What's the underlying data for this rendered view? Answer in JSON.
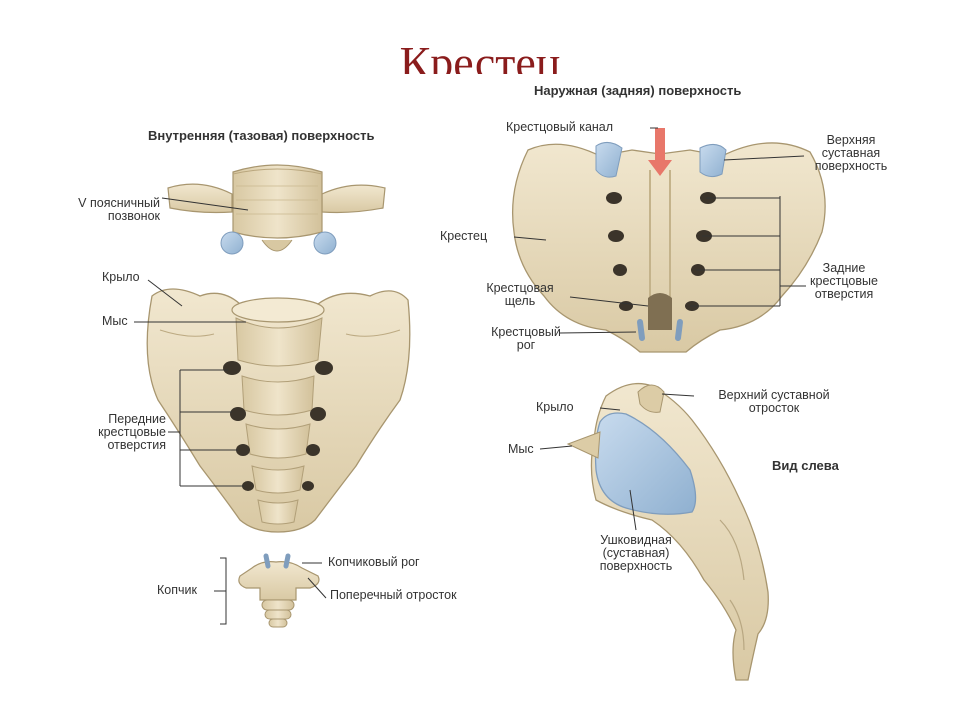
{
  "slide": {
    "title": "Крестец"
  },
  "panels": {
    "inner_title": "Внутренняя (тазовая) поверхность",
    "outer_title": "Наружная (задняя) поверхность",
    "left_view_title": "Вид слева"
  },
  "labels": {
    "l5_vertebra": [
      "V поясничный",
      "позвонок"
    ],
    "wing_left": "Крыло",
    "promontory_left": "Мыс",
    "anterior_foramina": [
      "Передние",
      "крестцовые",
      "отверстия"
    ],
    "coccygeal_horn": "Копчиковый рог",
    "coccyx": "Копчик",
    "transverse_process": "Поперечный отросток",
    "sacral_canal": "Крестцовый канал",
    "sup_articular_surface": [
      "Верхняя",
      "суставная",
      "поверхность"
    ],
    "sacrum": "Крестец",
    "posterior_foramina": [
      "Задние",
      "крестцовые",
      "отверстия"
    ],
    "sacral_hiatus": [
      "Крестцовая",
      "щель"
    ],
    "sacral_horn": [
      "Крестцовый",
      "рог"
    ],
    "wing_lateral": "Крыло",
    "promontory_lateral": "Мыс",
    "sup_articular_process": [
      "Верхний суставной",
      "отросток"
    ],
    "auricular_surface": [
      "Ушковидная",
      "(суставная)",
      "поверхность"
    ]
  },
  "colors": {
    "title": "#8a1c1c",
    "bone": "#e8dcc0",
    "bone_shadow": "#b8a782",
    "cartilage": "#a9c3dc",
    "leader": "#333333",
    "arrow": "#e8776a"
  }
}
